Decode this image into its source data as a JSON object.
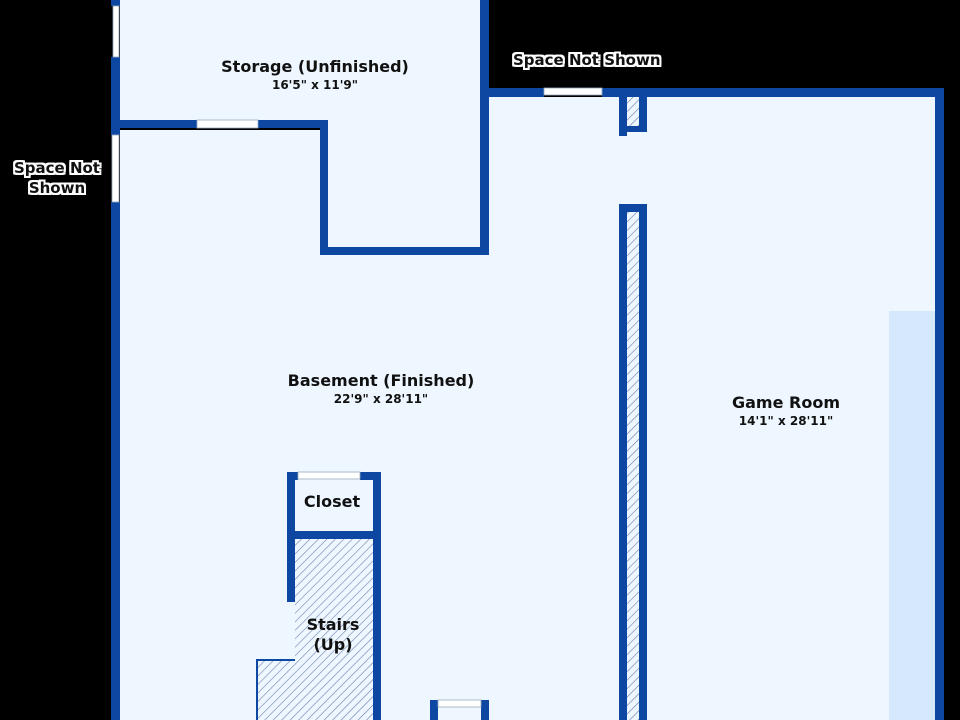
{
  "plan": {
    "colors": {
      "wall": "#0d47a1",
      "floor": "#eef7ff",
      "floor_highlight": "#d6e8fb",
      "background": "#000000",
      "opening": "#ffffff",
      "hatch": "#6b7fa8"
    },
    "rooms": [
      {
        "id": "storage",
        "name": "Storage (Unfinished)",
        "dimensions": "16'5\" x 11'9\""
      },
      {
        "id": "basement",
        "name": "Basement (Finished)",
        "dimensions": "22'9\" x 28'11\""
      },
      {
        "id": "game-room",
        "name": "Game Room",
        "dimensions": "14'1\" x 28'11\""
      },
      {
        "id": "closet",
        "name": "Closet",
        "dimensions": ""
      },
      {
        "id": "stairs",
        "name": "Stairs\n(Up)",
        "dimensions": ""
      }
    ],
    "stairs_lines": [
      "Stairs",
      "(Up)"
    ],
    "space_not_shown": {
      "top": "Space Not Shown",
      "left_line1": "Space Not",
      "left_line2": "Shown"
    }
  }
}
